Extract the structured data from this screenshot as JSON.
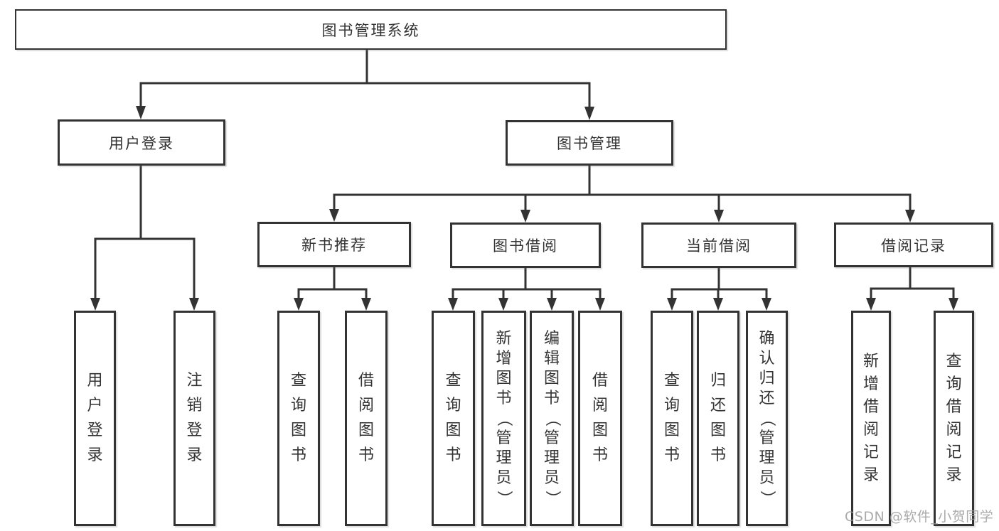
{
  "tree": {
    "root": {
      "label": "图书管理系统"
    },
    "branches": [
      {
        "label": "用户登录",
        "children": [
          {
            "label": "用户登录"
          },
          {
            "label": "注销登录"
          }
        ]
      },
      {
        "label": "图书管理",
        "children": [
          {
            "label": "新书推荐",
            "children": [
              {
                "label": "查询图书"
              },
              {
                "label": "借阅图书"
              }
            ]
          },
          {
            "label": "图书借阅",
            "children": [
              {
                "label": "查询图书"
              },
              {
                "label": "新增图书（管理员）"
              },
              {
                "label": "编辑图书（管理员）"
              },
              {
                "label": "借阅图书"
              }
            ]
          },
          {
            "label": "当前借阅",
            "children": [
              {
                "label": "查询图书"
              },
              {
                "label": "归还图书"
              },
              {
                "label": "确认归还（管理员）"
              }
            ]
          },
          {
            "label": "借阅记录",
            "children": [
              {
                "label": "新增借阅记录"
              },
              {
                "label": "查询借阅记录"
              }
            ]
          }
        ]
      }
    ]
  },
  "watermark": {
    "text": "CSDN @软件_小贺同学"
  },
  "colors": {
    "line": "#333333",
    "text": "#333333",
    "background": "#ffffff",
    "watermark": "#9b9b9b"
  }
}
